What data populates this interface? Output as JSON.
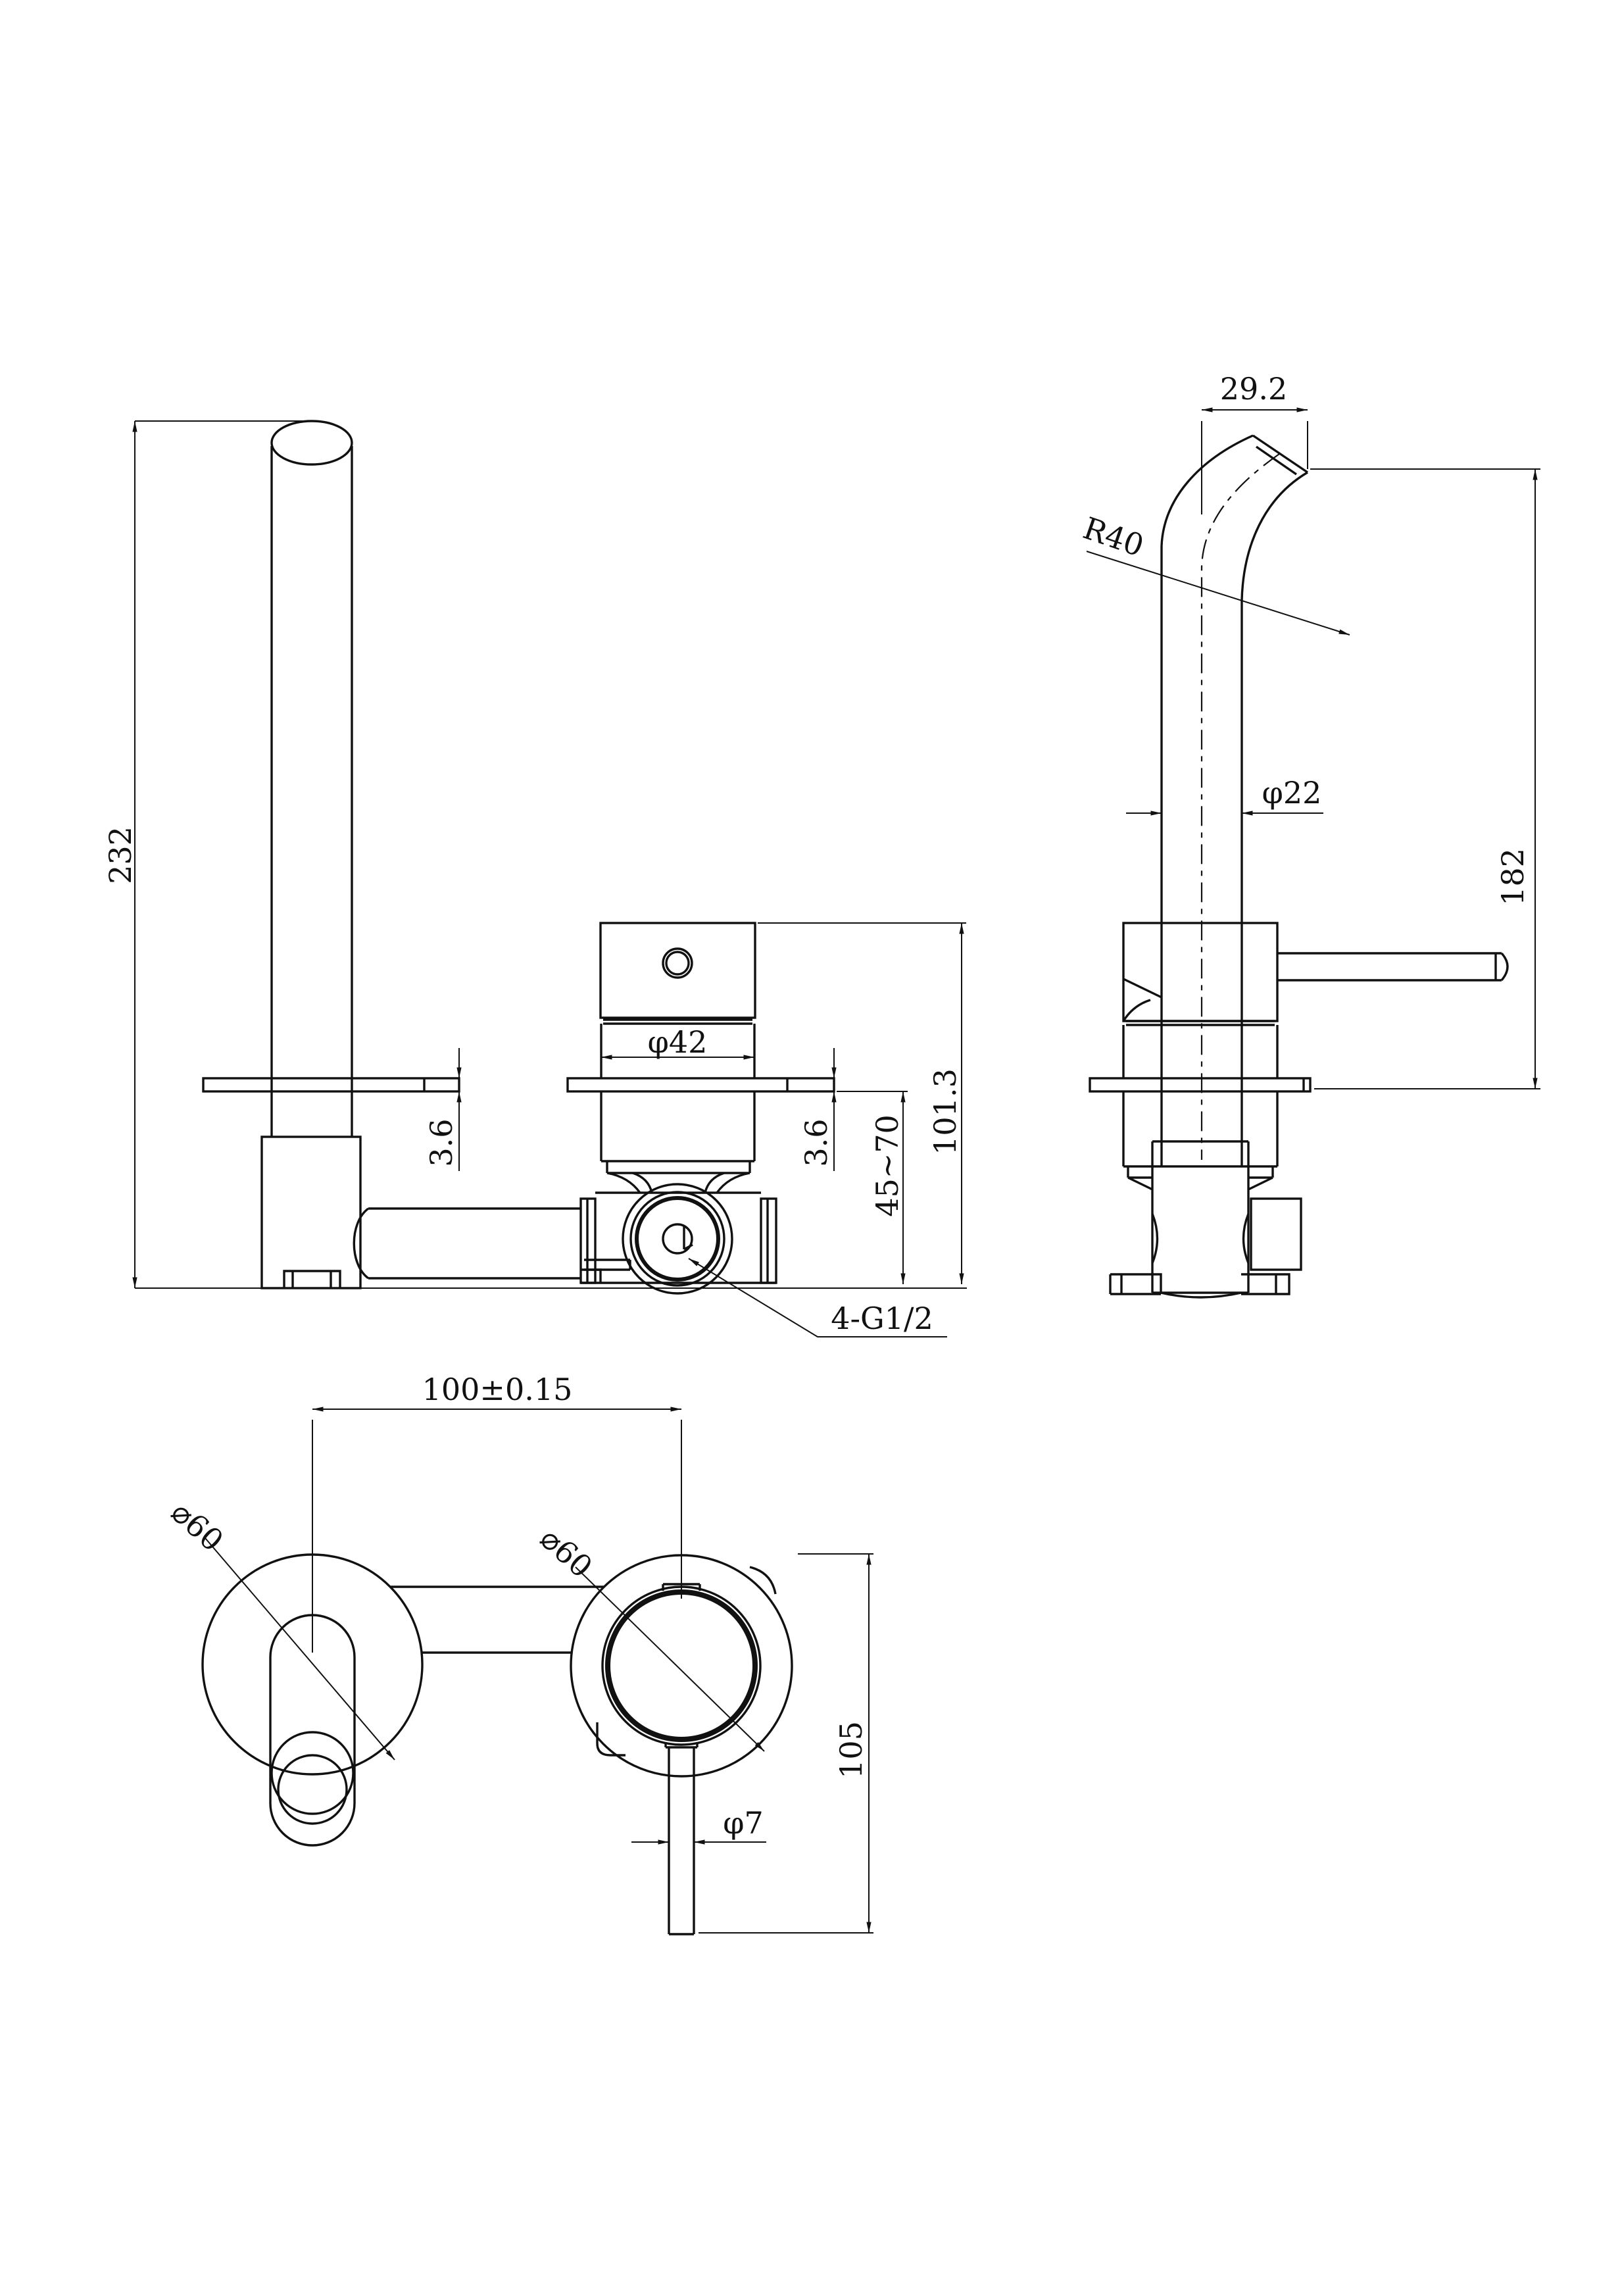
{
  "sheet": {
    "background": "#ffffff",
    "line_color": "#111111"
  },
  "views": {
    "front": {
      "dims": {
        "spout_height": "232",
        "valve_body_diameter": "φ42",
        "left_plate_thickness": "3.6",
        "right_plate_thickness": "3.6",
        "installation_depth_range": "45~70",
        "overall_height": "101.3",
        "thread_spec": "4-G1/2"
      }
    },
    "side": {
      "dims": {
        "spout_tip_offset": "29.2",
        "bend_radius": "R40",
        "spout_tube_diameter": "φ22",
        "spout_height": "182"
      }
    },
    "plan": {
      "dims": {
        "center_distance": "100±0.15",
        "left_escutcheon_diameter": "⌀60",
        "right_escutcheon_diameter": "⌀60",
        "handle_length": "105",
        "handle_stem_diameter": "φ7"
      }
    }
  }
}
